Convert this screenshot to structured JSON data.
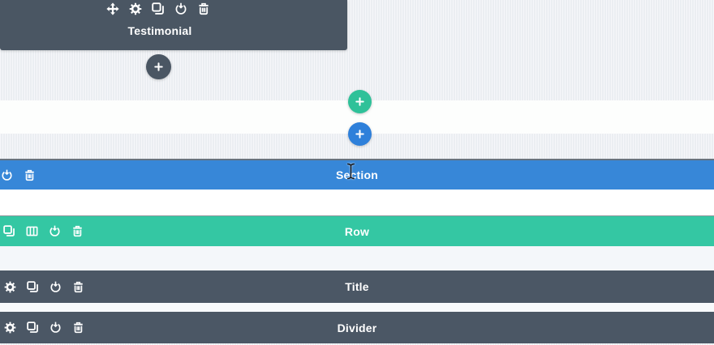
{
  "colors": {
    "module_bar_dark": "#4b5765",
    "section_blue": "#3787d8",
    "row_teal": "#34c7a3",
    "add_row_green": "#2fc199",
    "add_section_blue": "#2e80da",
    "background": "#eef1f5"
  },
  "testimonial_module": {
    "label": "Testimonial",
    "icons": [
      "move-icon",
      "gear-icon",
      "duplicate-icon",
      "disable-icon",
      "delete-icon"
    ]
  },
  "add_buttons": {
    "add_module": {
      "icon": "plus-icon"
    },
    "add_row": {
      "icon": "plus-icon"
    },
    "add_section": {
      "icon": "plus-icon"
    }
  },
  "section": {
    "label": "Section",
    "icons": [
      "disable-icon",
      "delete-icon"
    ]
  },
  "row": {
    "label": "Row",
    "icons": [
      "duplicate-icon",
      "columns-icon",
      "disable-icon",
      "delete-icon"
    ]
  },
  "title_module": {
    "label": "Title",
    "icons": [
      "gear-icon",
      "duplicate-icon",
      "disable-icon",
      "delete-icon"
    ]
  },
  "divider_module": {
    "label": "Divider",
    "icons": [
      "gear-icon",
      "duplicate-icon",
      "disable-icon",
      "delete-icon"
    ]
  },
  "cursor": {
    "type": "text-ibeam"
  }
}
